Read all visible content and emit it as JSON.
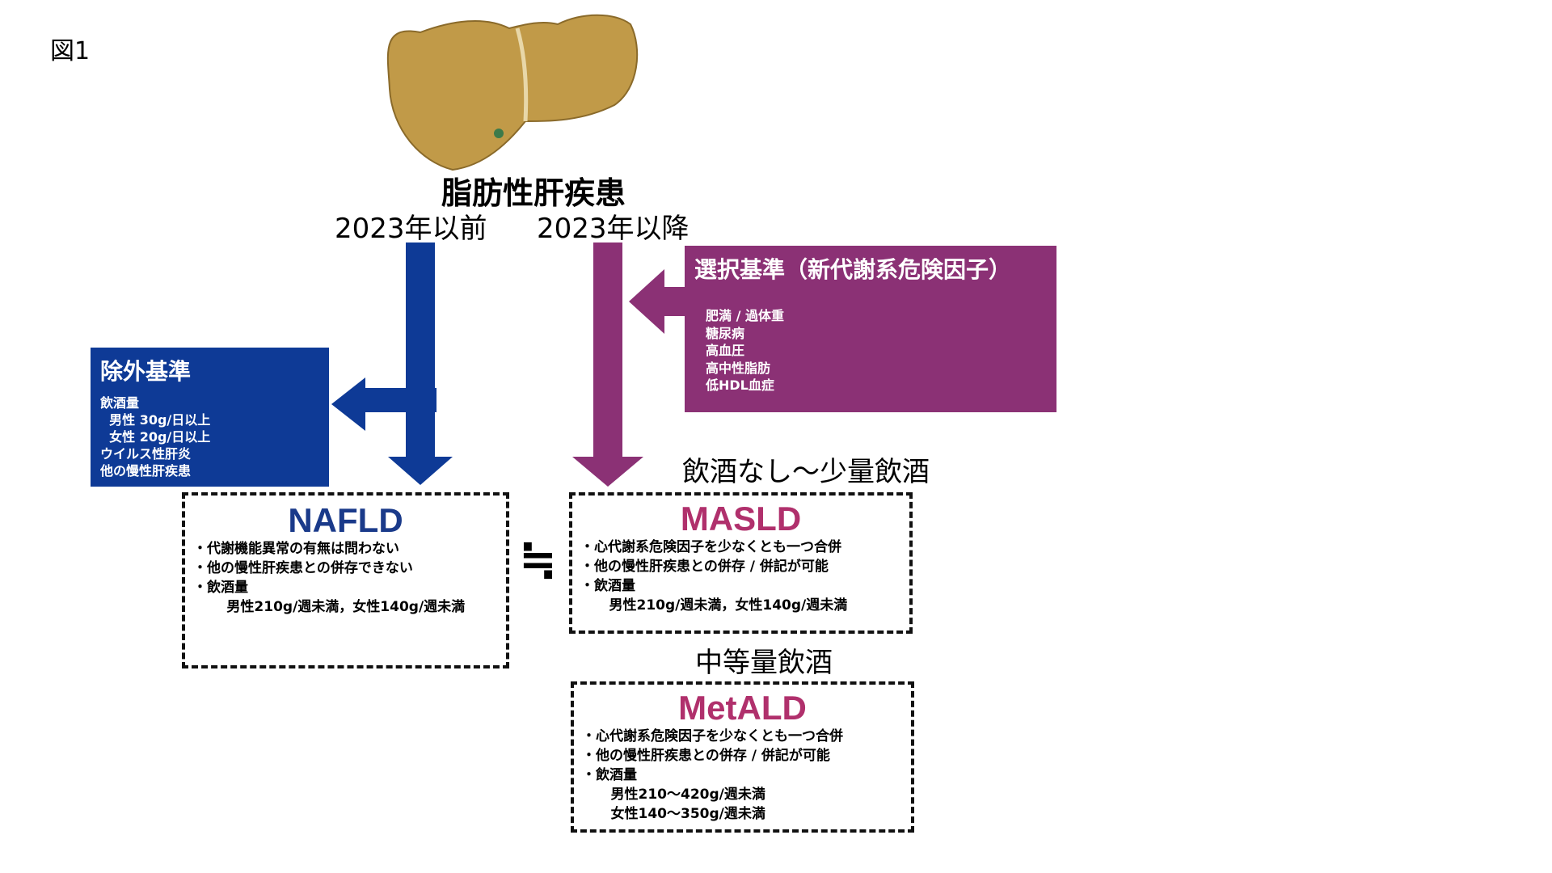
{
  "figure_label": "図1",
  "liver": {
    "icon": "liver-illustration",
    "title": "脂肪性肝疾患"
  },
  "eras": {
    "before": "2023年以前",
    "after": "2023年以降"
  },
  "exclusion": {
    "title": "除外基準",
    "lines": [
      "飲酒量",
      "  男性 30g/日以上",
      "  女性 20g/日以上",
      "ウイルス性肝炎",
      "他の慢性肝疾患"
    ]
  },
  "selection": {
    "title": "選択基準（新代謝系危険因子）",
    "lines": [
      "肥満 / 過体重",
      "糖尿病",
      "高血圧",
      "高中性脂肪",
      "低HDL血症"
    ]
  },
  "nafld": {
    "name": "NAFLD",
    "lines": [
      "・代謝機能異常の有無は問わない",
      "",
      "・他の慢性肝疾患との併存できない",
      "",
      "・飲酒量",
      "       男性210g/週未満，女性140g/週未満"
    ]
  },
  "approx_symbol": "≒",
  "drinking_none_low": "飲酒なし～少量飲酒",
  "masld": {
    "name": "MASLD",
    "lines": [
      "・心代謝系危険因子を少なくとも一つ合併",
      "・他の慢性肝疾患との併存 / 併記が可能",
      "・飲酒量",
      "      男性210g/週未満，女性140g/週未満"
    ]
  },
  "drinking_moderate": "中等量飲酒",
  "metald": {
    "name": "MetALD",
    "lines": [
      "・心代謝系危険因子を少なくとも一つ合併",
      "・他の慢性肝疾患との併存 / 併記が可能",
      "・飲酒量",
      "      男性210～420g/週未満",
      "      女性140～350g/週未満"
    ]
  },
  "colors": {
    "blue": "#0e3a96",
    "purple": "#8b3175",
    "magenta_text": "#b0306c",
    "liver": "#c19a48"
  }
}
